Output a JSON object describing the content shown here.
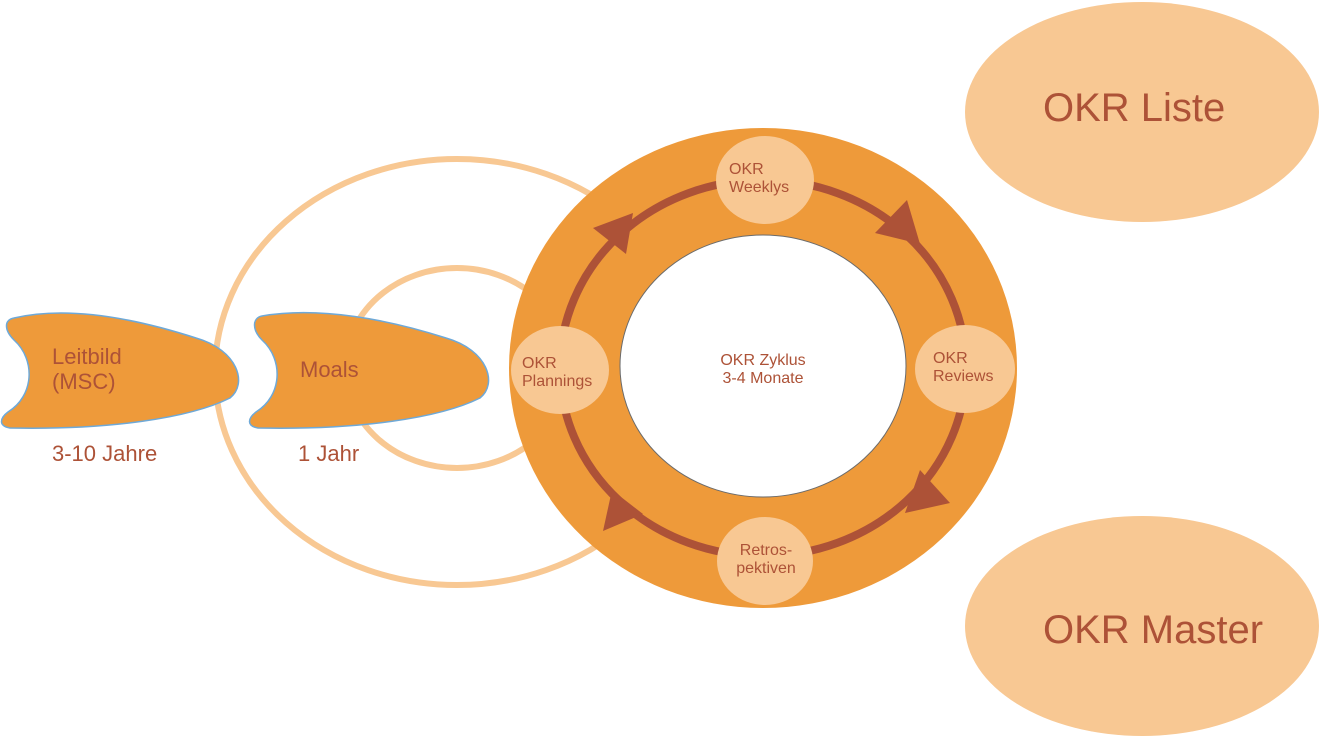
{
  "colors": {
    "dark_orange": "#ee9a3a",
    "light_orange": "#f8c893",
    "arrow": "#ad5237",
    "text": "#ad5237",
    "white": "#ffffff"
  },
  "horizon": {
    "leitbild": {
      "line1": "Leitbild",
      "line2": "(MSC)",
      "duration": "3-10 Jahre"
    },
    "moals": {
      "label": "Moals",
      "duration": "1 Jahr"
    }
  },
  "cycle": {
    "center_line1": "OKR Zyklus",
    "center_line2": "3-4 Monate",
    "steps": {
      "weeklys": {
        "line1": "OKR",
        "line2": "Weeklys"
      },
      "reviews": {
        "line1": "OKR",
        "line2": "Reviews"
      },
      "retros": {
        "line1": "Retros-",
        "line2": "pektiven"
      },
      "plannings": {
        "line1": "OKR",
        "line2": "Plannings"
      }
    }
  },
  "artifacts": {
    "liste": "OKR Liste",
    "master": "OKR Master"
  }
}
